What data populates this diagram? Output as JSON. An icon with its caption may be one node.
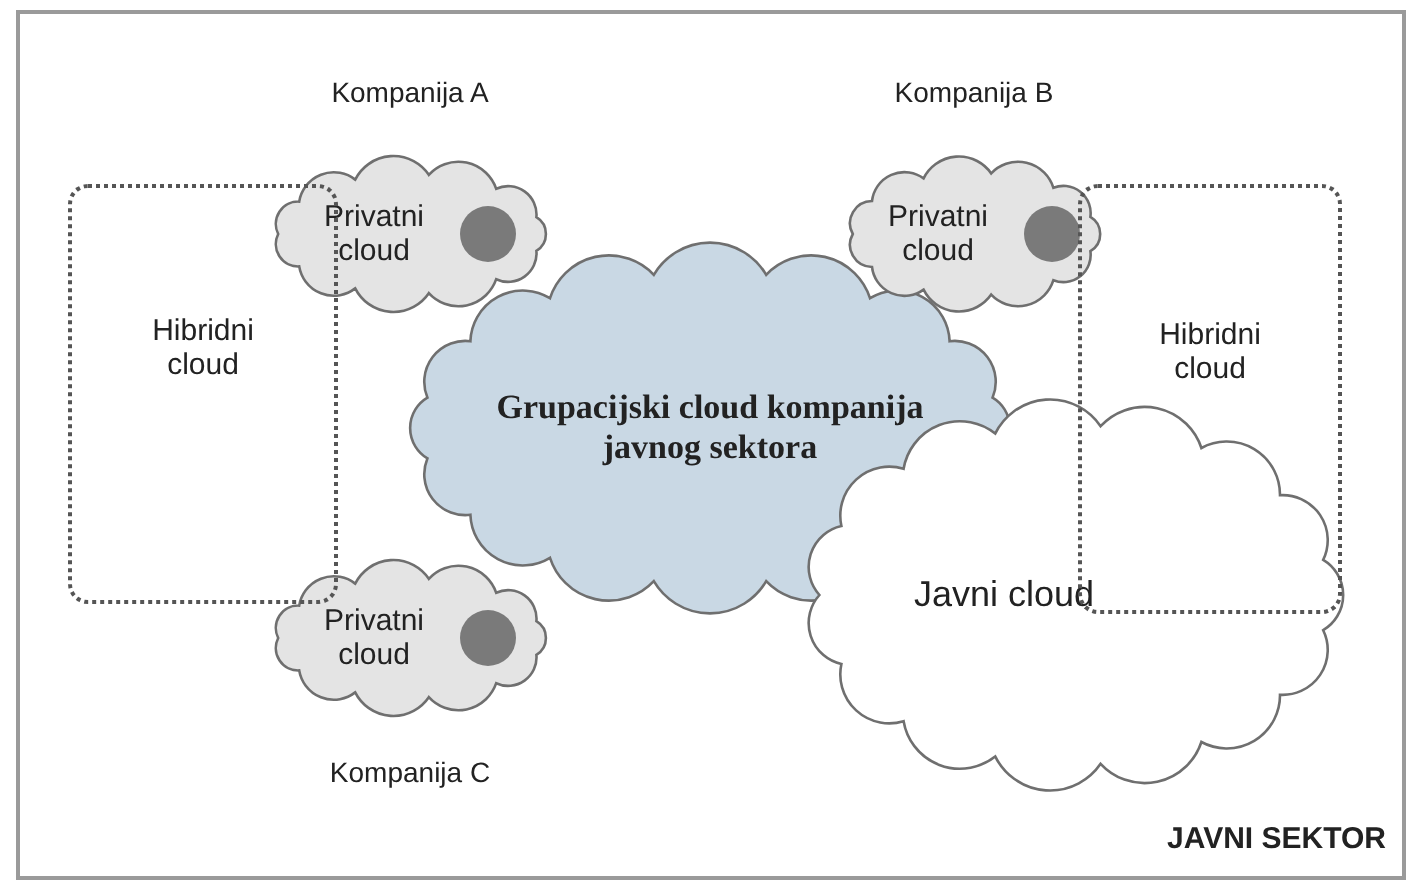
{
  "diagram": {
    "nodes": [
      {
        "text": [
          "JAVNI SEKTOR"
        ]
      },
      {
        "text": [
          "Hibridni cloud"
        ],
        "in": 0
      },
      {
        "text": [
          "Privatni cloud"
        ],
        "beside": [
          "Kompanija A"
        ],
        "in": 0
      },
      {
        "text": [
          "Privatni cloud"
        ],
        "beside": [
          "Kompanija B"
        ],
        "in": 0
      },
      {
        "text": [
          "Grupacijski cloud kompanija javnog sektora"
        ],
        "in": 0
      },
      {
        "text": [
          "Hibridni cloud"
        ],
        "in": 0
      },
      {
        "text": [
          "Privatni cloud"
        ],
        "beside": [
          "Kompanija C"
        ],
        "in": 0
      },
      {
        "text": [
          "Javni cloud"
        ],
        "in": 0
      }
    ]
  }
}
